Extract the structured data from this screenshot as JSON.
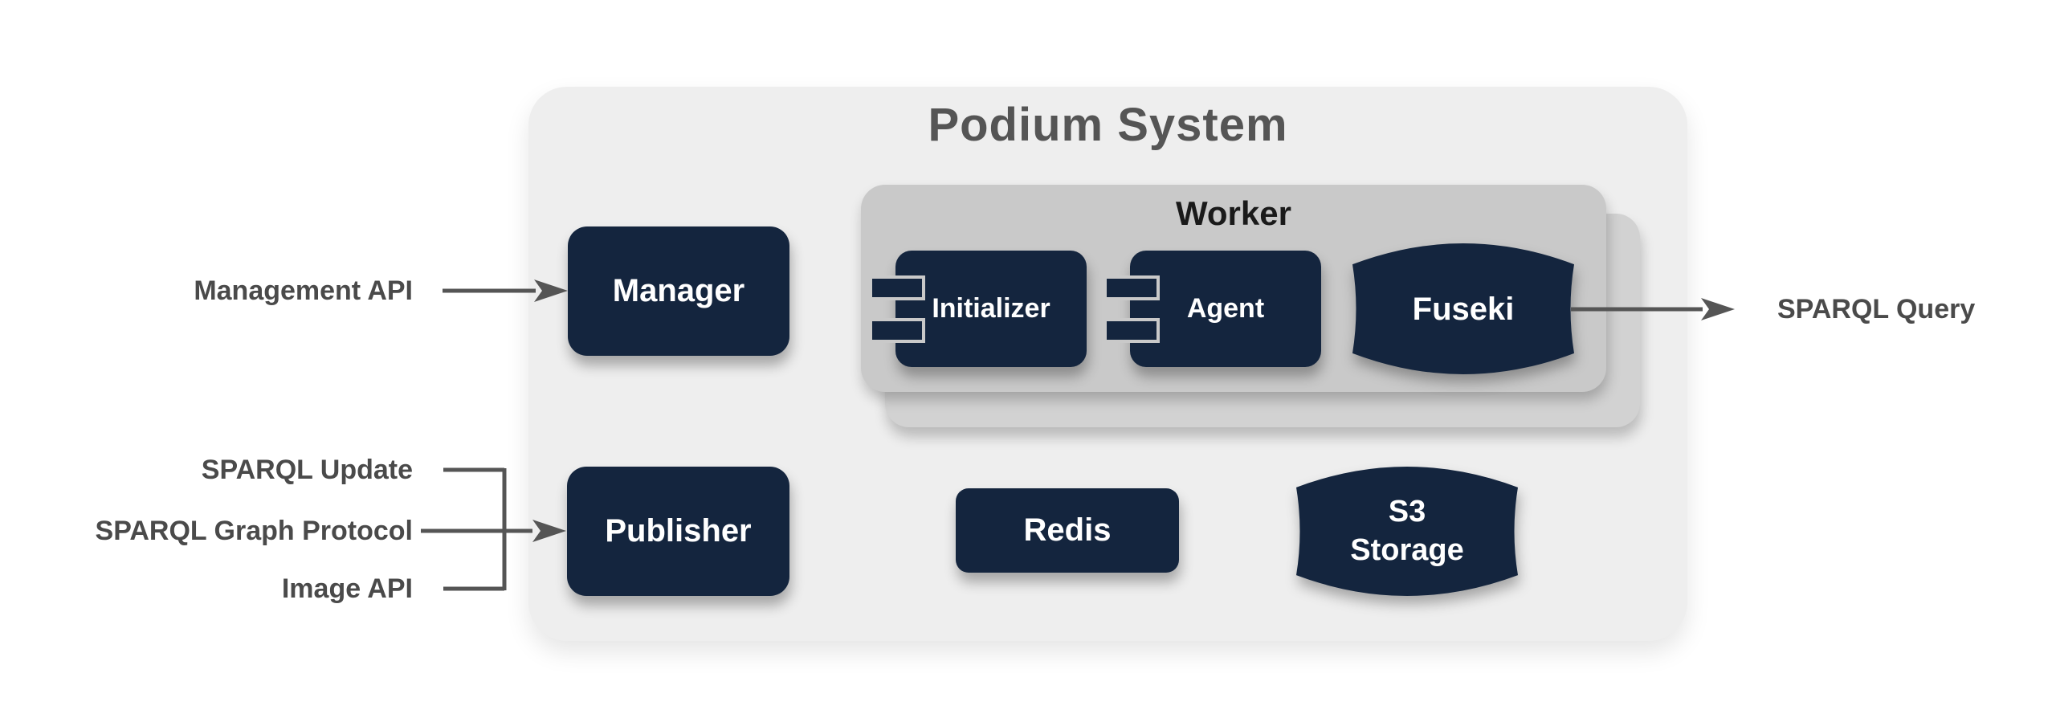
{
  "diagram": {
    "title": "Podium System",
    "colors": {
      "page_bg": "#FFFFFF",
      "container_bg": "#EEEEEE",
      "worker_bg": "#C9C9C9",
      "worker_back_bg": "#D2D2D2",
      "node_bg": "#14253E",
      "node_text": "#FFFFFF",
      "external_label_text": "#4A4A4A",
      "arrow": "#555555",
      "title_text": "#555555",
      "worker_title_text": "#1A1A1A"
    },
    "groups": {
      "worker": {
        "label": "Worker"
      }
    },
    "nodes": {
      "manager": {
        "label": "Manager",
        "shape": "rounded-rect"
      },
      "initializer": {
        "label": "Initializer",
        "shape": "uml-component"
      },
      "agent": {
        "label": "Agent",
        "shape": "uml-component"
      },
      "fuseki": {
        "label": "Fuseki",
        "shape": "database-cylinder"
      },
      "publisher": {
        "label": "Publisher",
        "shape": "rounded-rect"
      },
      "redis": {
        "label": "Redis",
        "shape": "rounded-rect"
      },
      "s3": {
        "label": "S3\nStorage",
        "shape": "database-cylinder"
      }
    },
    "external_labels": {
      "management_api": "Management API",
      "sparql_update": "SPARQL Update",
      "sparql_graph_protocol": "SPARQL Graph Protocol",
      "image_api": "Image API",
      "sparql_query": "SPARQL Query"
    },
    "edges": [
      {
        "from": "management_api",
        "to": "manager",
        "type": "arrow"
      },
      {
        "from": "sparql_update",
        "to": "publisher",
        "type": "arrow"
      },
      {
        "from": "sparql_graph_protocol",
        "to": "publisher",
        "type": "arrow"
      },
      {
        "from": "image_api",
        "to": "publisher",
        "type": "arrow"
      },
      {
        "from": "fuseki",
        "to": "sparql_query",
        "type": "arrow"
      }
    ]
  }
}
